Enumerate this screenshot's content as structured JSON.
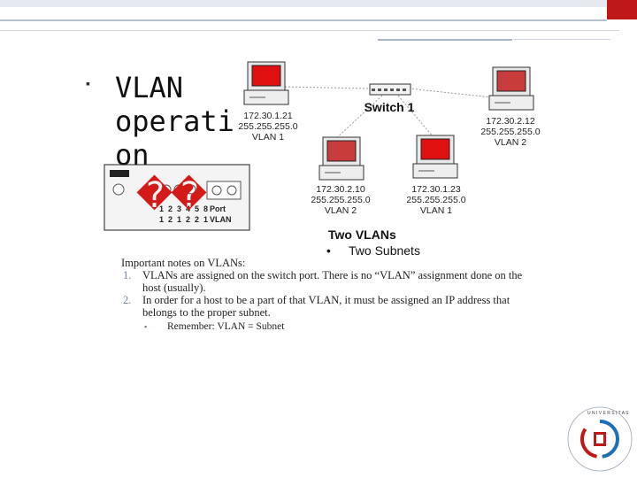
{
  "slide": {
    "title": "VLAN\noperati\non",
    "title_bullet": "▪",
    "garbled_glyphs": "��"
  },
  "diagram": {
    "switch_label": "Switch 1",
    "hosts": [
      {
        "ip": "172.30.1.21",
        "mask": "255.255.255.0",
        "vlan": "VLAN 1",
        "screen_color": "#e01010"
      },
      {
        "ip": "172.30.2.12",
        "mask": "255.255.255.0",
        "vlan": "VLAN 2",
        "screen_color": "#c83c3c"
      },
      {
        "ip": "172.30.2.10",
        "mask": "255.255.255.0",
        "vlan": "VLAN 2",
        "screen_color": "#c83c3c"
      },
      {
        "ip": "172.30.1.23",
        "mask": "255.255.255.0",
        "vlan": "VLAN 1",
        "screen_color": "#e01010"
      }
    ],
    "port_table": {
      "port_row": [
        "1",
        "2",
        "3",
        "4",
        "5",
        "8"
      ],
      "port_label": "Port",
      "vlan_row": [
        "1",
        "2",
        "1",
        "2",
        "2",
        "1"
      ],
      "vlan_label": "VLAN"
    },
    "caption_line1": "Two VLANs",
    "caption_line2": "Two Subnets",
    "caption_bullet": "•"
  },
  "notes": {
    "heading": "Important notes on VLANs:",
    "items": [
      {
        "num": "1.",
        "text": "VLANs are assigned on the switch port.  There is no “VLAN” assignment done on the host (usually)."
      },
      {
        "num": "2.",
        "text": "In order for a host to be a part of that VLAN, it must be assigned an IP address that belongs to the proper subnet."
      }
    ],
    "sub_bullet": "▪",
    "sub_item": "Remember:  VLAN = Subnet"
  },
  "colors": {
    "accent_red": "#c01818",
    "text": "#111111",
    "numbering": "#6b7f99"
  }
}
